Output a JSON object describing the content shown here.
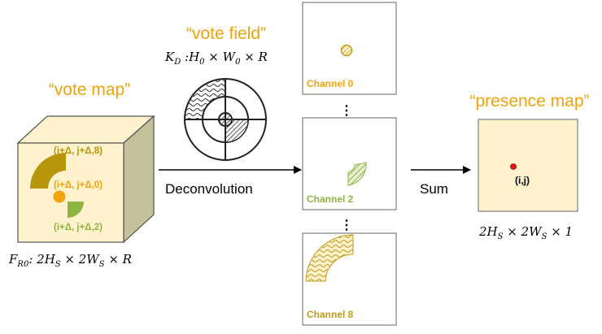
{
  "vote_map": {
    "title": "“vote map”",
    "label_top": "(i+Δ, j+Δ,8)",
    "label_mid": "(i+Δ, j+Δ,0)",
    "label_bot": "(i+Δ, j+Δ,2)",
    "dims_prefix": "F",
    "dims_sub": "R0",
    "dims_rest": ": 2H",
    "dims_s1": "S",
    "dims_mid": " × 2W",
    "dims_s2": "S",
    "dims_end": " × R"
  },
  "vote_field": {
    "title": "“vote field”",
    "dims_k": "K",
    "dims_ksub": "D",
    "dims_a": " :H",
    "dims_0a": "0",
    "dims_b": " × W",
    "dims_0b": "0",
    "dims_c": " × R"
  },
  "arrows": {
    "deconvolution": "Deconvolution",
    "sum": "Sum"
  },
  "channels": {
    "ch0": "Channel 0",
    "ch2": "Channel 2",
    "ch8": "Channel 8",
    "ellipsis": "⋮"
  },
  "presence_map": {
    "title": "“presence map”",
    "point_label": "(i,j)",
    "dims_a": "2H",
    "dims_s1": "S",
    "dims_b": " × 2W",
    "dims_s2": "S",
    "dims_c": " × 1"
  },
  "colors": {
    "orange": "#f0a30a",
    "gold": "#b8960b",
    "green": "#8db542",
    "cream": "#fff2cc",
    "side": "#c5c19b",
    "red": "#e8101a"
  }
}
